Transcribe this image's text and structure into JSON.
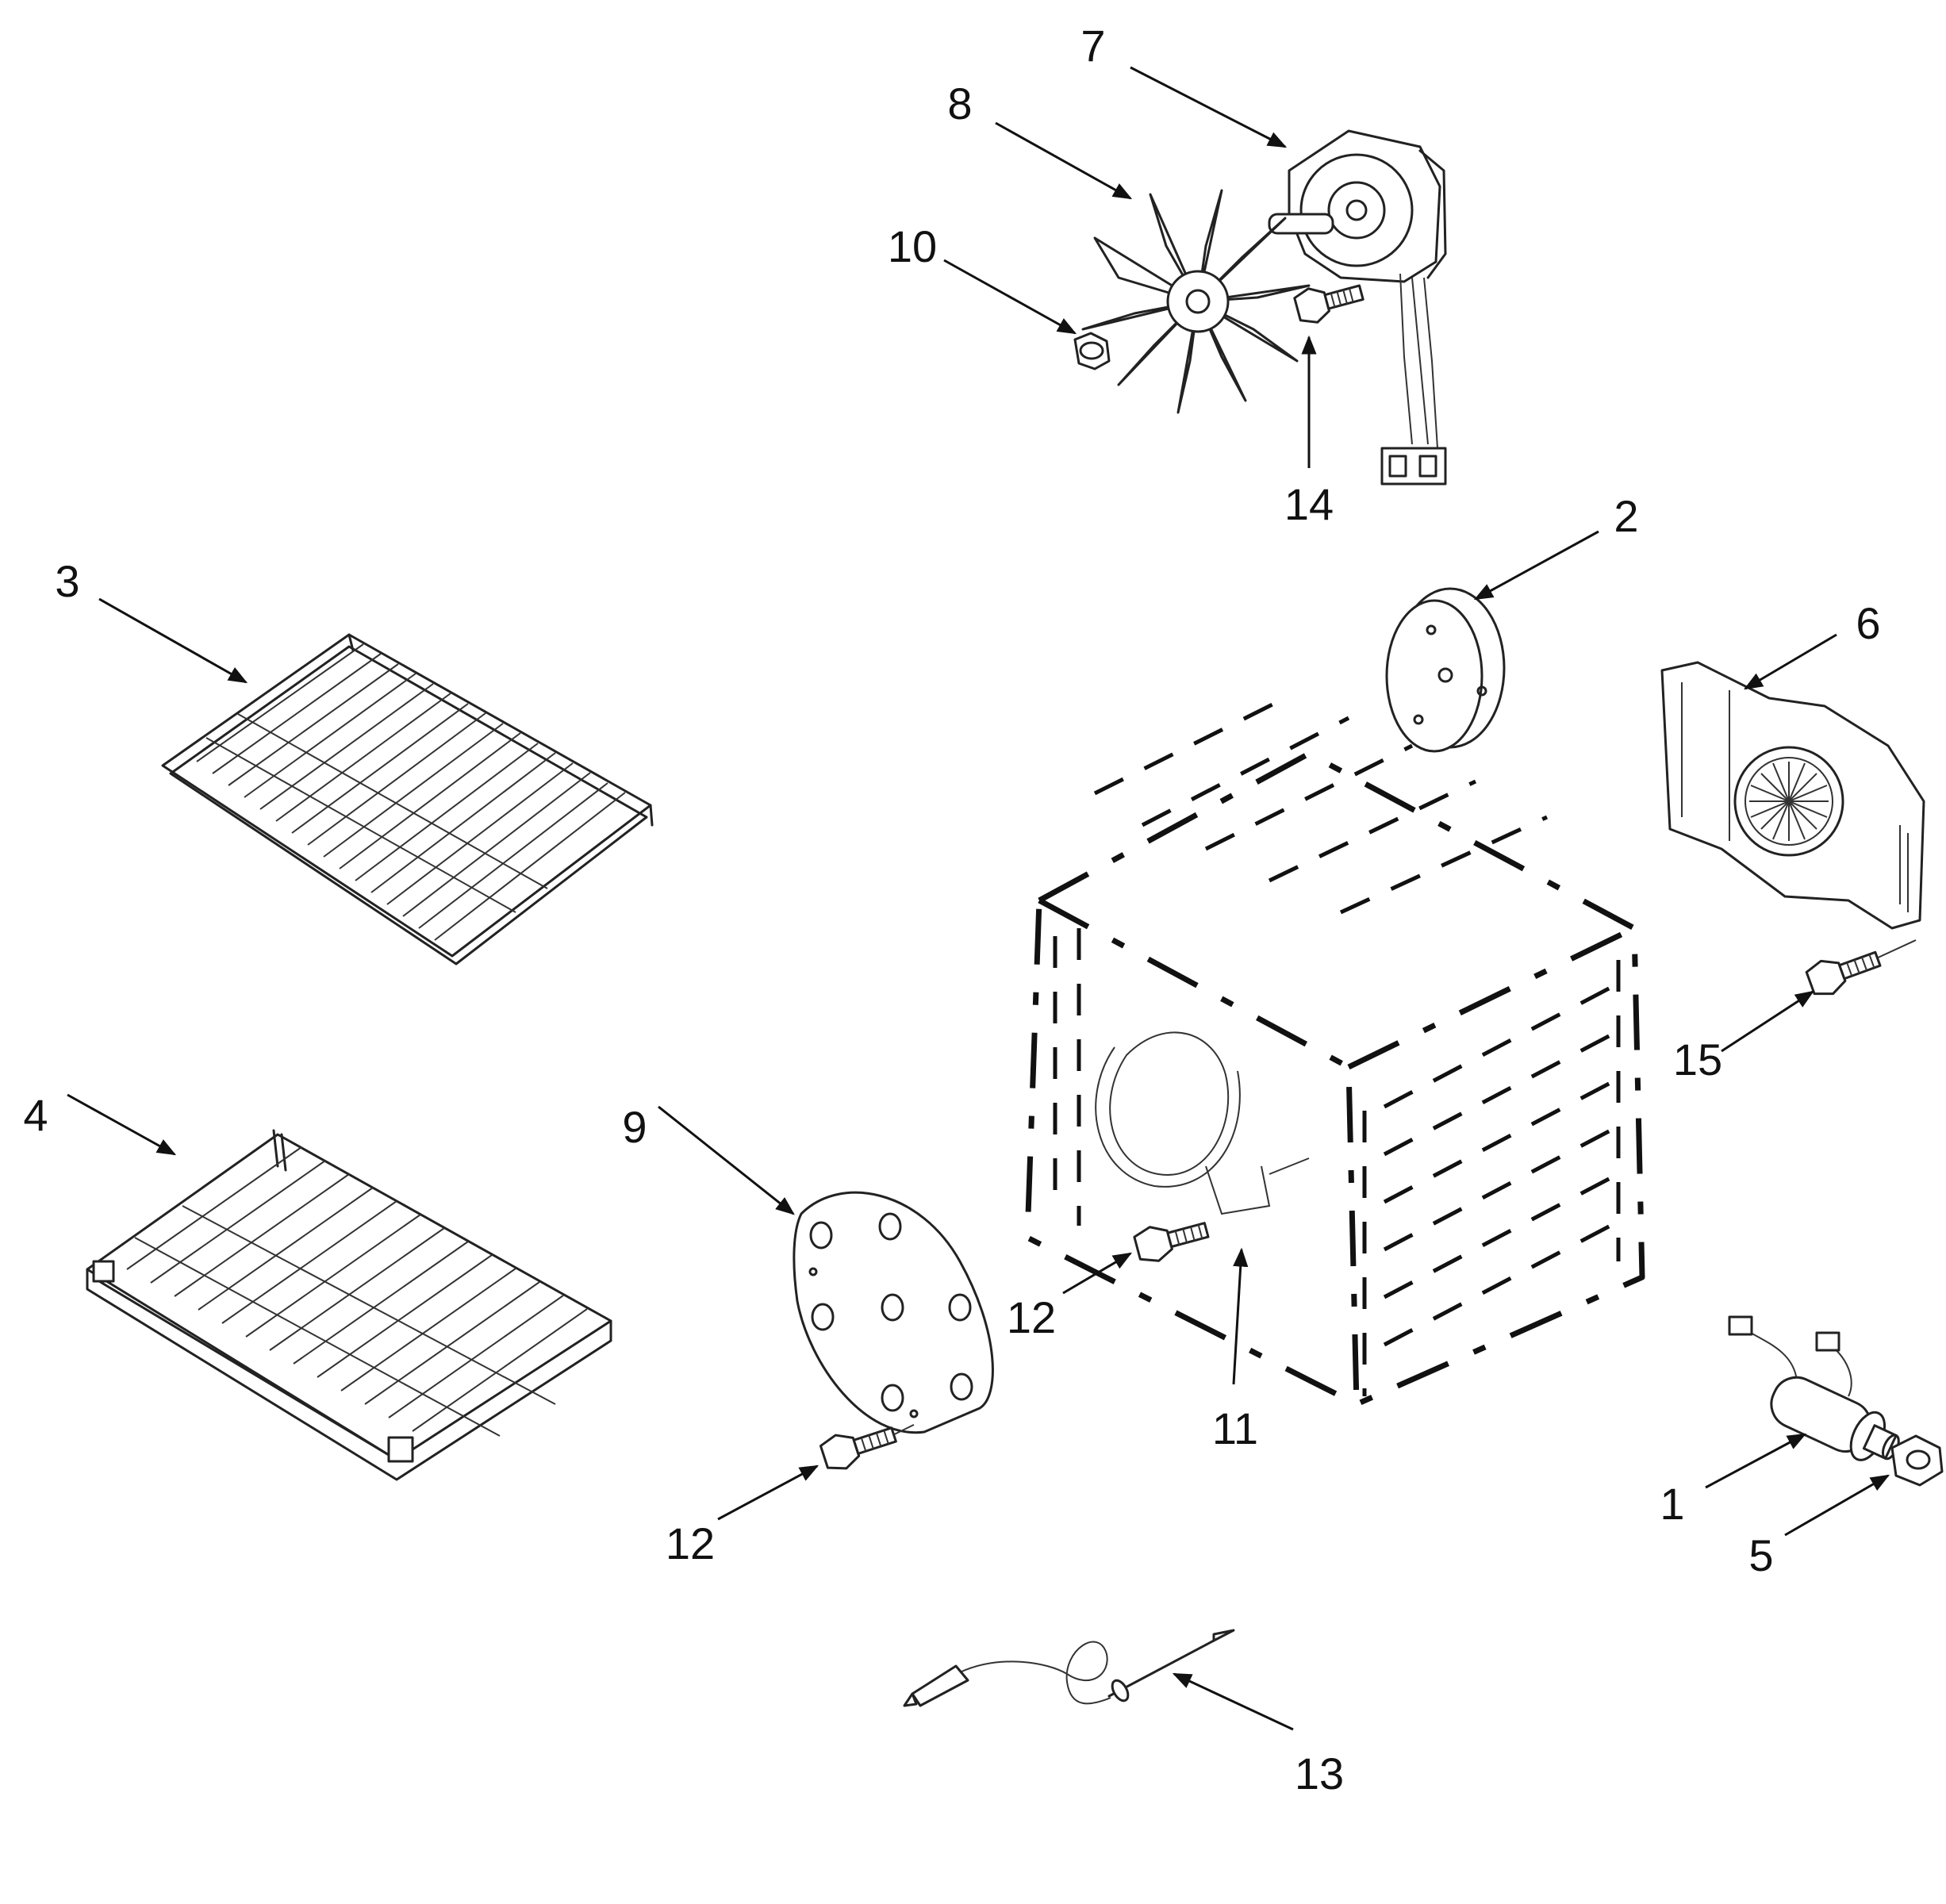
{
  "diagram": {
    "callouts": [
      {
        "id": "c1",
        "text": "1"
      },
      {
        "id": "c2",
        "text": "2"
      },
      {
        "id": "c3",
        "text": "3"
      },
      {
        "id": "c4",
        "text": "4"
      },
      {
        "id": "c5",
        "text": "5"
      },
      {
        "id": "c6",
        "text": "6"
      },
      {
        "id": "c7",
        "text": "7"
      },
      {
        "id": "c8",
        "text": "8"
      },
      {
        "id": "c9",
        "text": "9"
      },
      {
        "id": "c10",
        "text": "10"
      },
      {
        "id": "c11",
        "text": "11"
      },
      {
        "id": "c12a",
        "text": "12"
      },
      {
        "id": "c12b",
        "text": "12"
      },
      {
        "id": "c13",
        "text": "13"
      },
      {
        "id": "c14",
        "text": "14"
      },
      {
        "id": "c15",
        "text": "15"
      }
    ],
    "parts": [
      {
        "callout": "1",
        "icon": "capacitor-icon"
      },
      {
        "callout": "2",
        "icon": "round-cover-plate-icon"
      },
      {
        "callout": "3",
        "icon": "wire-oven-rack-icon"
      },
      {
        "callout": "4",
        "icon": "sliding-rack-icon"
      },
      {
        "callout": "5",
        "icon": "hex-nut-icon"
      },
      {
        "callout": "6",
        "icon": "convection-baffle-icon"
      },
      {
        "callout": "7",
        "icon": "fan-motor-icon"
      },
      {
        "callout": "8",
        "icon": "fan-blade-icon"
      },
      {
        "callout": "9",
        "icon": "fan-cover-plate-icon"
      },
      {
        "callout": "10",
        "icon": "fan-nut-icon"
      },
      {
        "callout": "11",
        "icon": "oven-cavity-icon"
      },
      {
        "callout": "12",
        "icon": "screw-icon"
      },
      {
        "callout": "13",
        "icon": "meat-probe-icon"
      },
      {
        "callout": "14",
        "icon": "screw-icon"
      },
      {
        "callout": "15",
        "icon": "screw-icon"
      }
    ]
  }
}
